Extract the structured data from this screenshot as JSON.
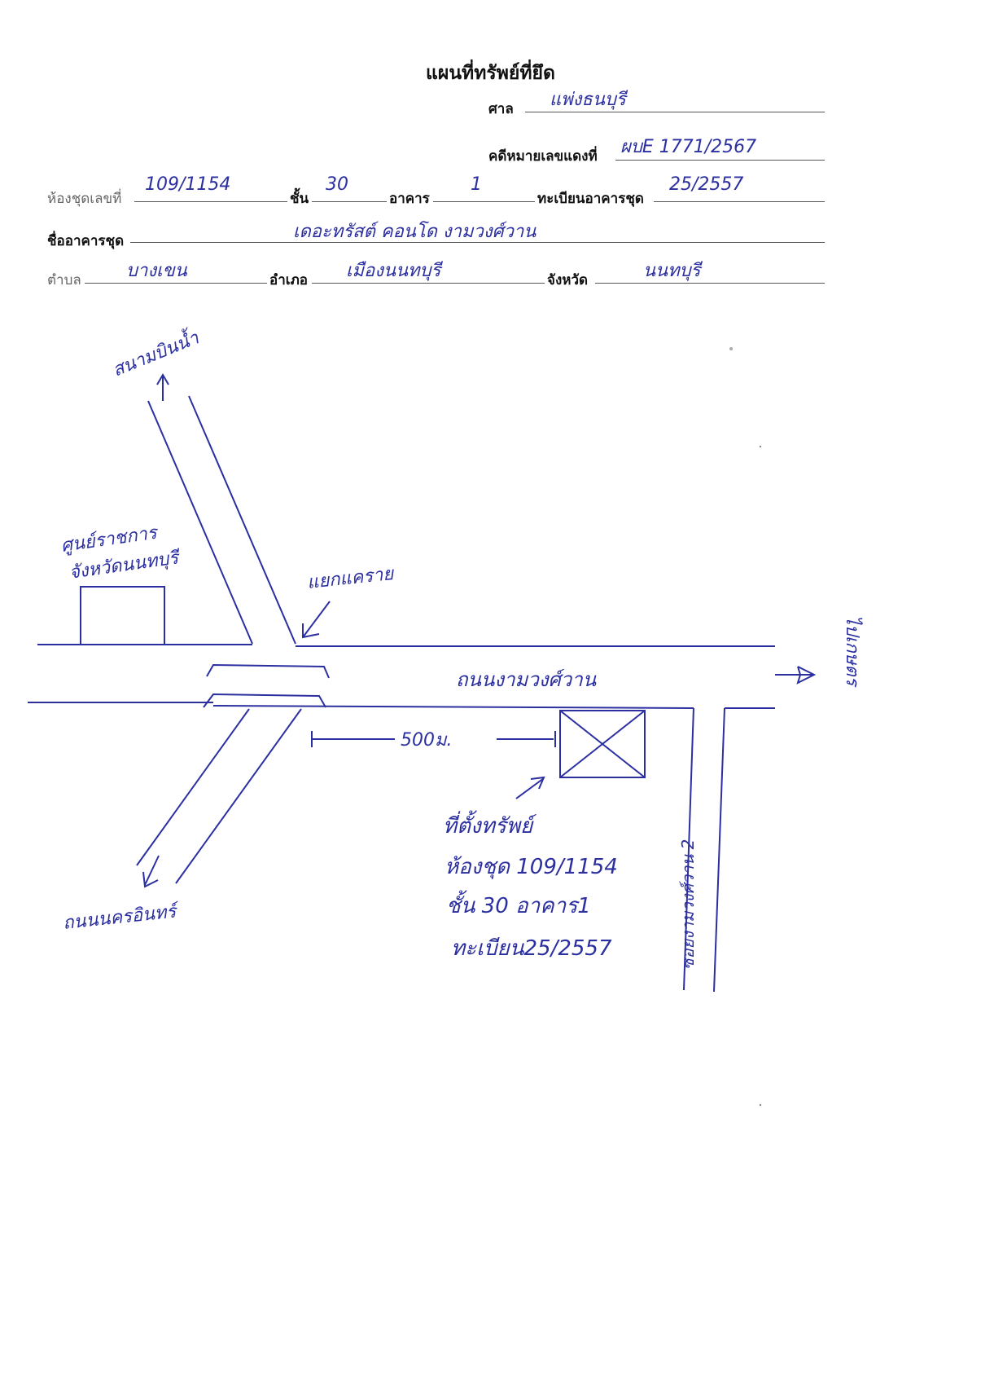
{
  "form": {
    "title": "แผนที่ทรัพย์ที่ยึด",
    "court_label": "ศาล",
    "court_value": "แพ่งธนบุรี",
    "case_label": "คดีหมายเลขแดงที่",
    "case_value": "ผบE 1771/2567",
    "room_label": "ห้องชุดเลขที่",
    "room_value": "109/1154",
    "floor_label": "ชั้น",
    "floor_value": "30",
    "building_label": "อาคาร",
    "building_value": "1",
    "registry_label": "ทะเบียนอาคารชุด",
    "registry_value": "25/2557",
    "condo_name_label": "ชื่ออาคารชุด",
    "condo_name_value": "เดอะทรัสต์ คอนโด งามวงศ์วาน",
    "subdistrict_label": "ตำบล",
    "subdistrict_value": "บางเขน",
    "district_label": "อำเภอ",
    "district_value": "เมืองนนทบุรี",
    "province_label": "จังหวัด",
    "province_value": "นนทบุรี"
  },
  "map": {
    "to_sanambinnam": "สนามบินน้ำ",
    "center_name_line1": "ศูนย์ราชการ",
    "center_name_line2": "จังหวัดนนทบุรี",
    "junction": "แยกแคราย",
    "main_road": "ถนนงามวงศ์วาน",
    "distance": "500ม.",
    "to_kaset": "ไปเกษตร",
    "to_nakhon_in": "ถนนนครอินทร์",
    "property_line1": "ที่ตั้งทรัพย์",
    "property_line2": "ห้องชุด 109/1154",
    "property_line3": "ชั้น 30 อาคาร1",
    "property_line4": "ทะเบียน25/2557",
    "soi": "ซอยงามวงศ์วาน 2"
  },
  "colors": {
    "ink": "#2b2fa0"
  }
}
